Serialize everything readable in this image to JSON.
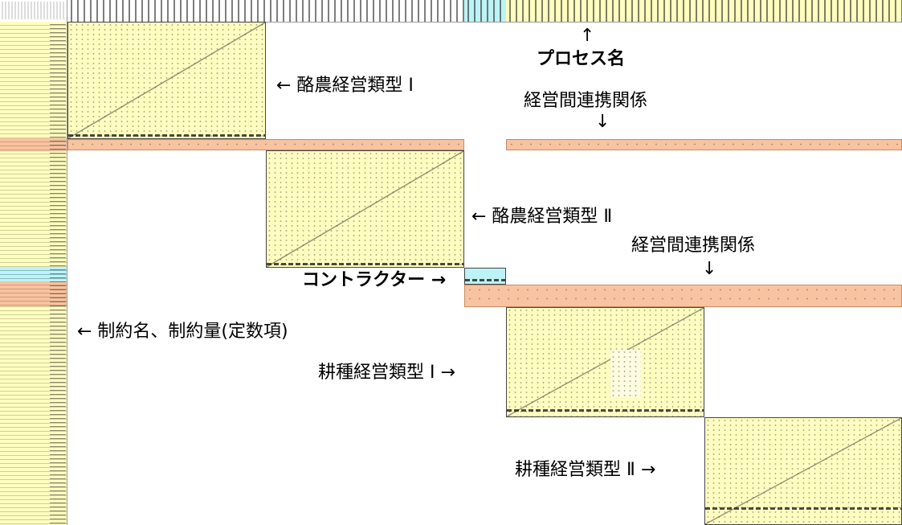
{
  "labels": {
    "process_name": "プロセス名",
    "dairy_type_1": "← 酪農経営類型 Ⅰ",
    "inter_farm_relation_1": "経営間連携関係",
    "dairy_type_2": "← 酪農経営類型 Ⅱ",
    "inter_farm_relation_2": "経営間連携関係",
    "contractor": "コントラクター →",
    "constraint_name": "← 制約名、制約量(定数項)",
    "crop_type_1": "耕種経営類型 Ⅰ →",
    "crop_type_2": "耕種経営類型 Ⅱ →"
  },
  "arrows": {
    "up": "↑",
    "down": "↓"
  },
  "colors": {
    "block_yellow": "#fffec0",
    "block_cyan": "#bdf3f6",
    "block_orange": "#f7c3a0"
  }
}
